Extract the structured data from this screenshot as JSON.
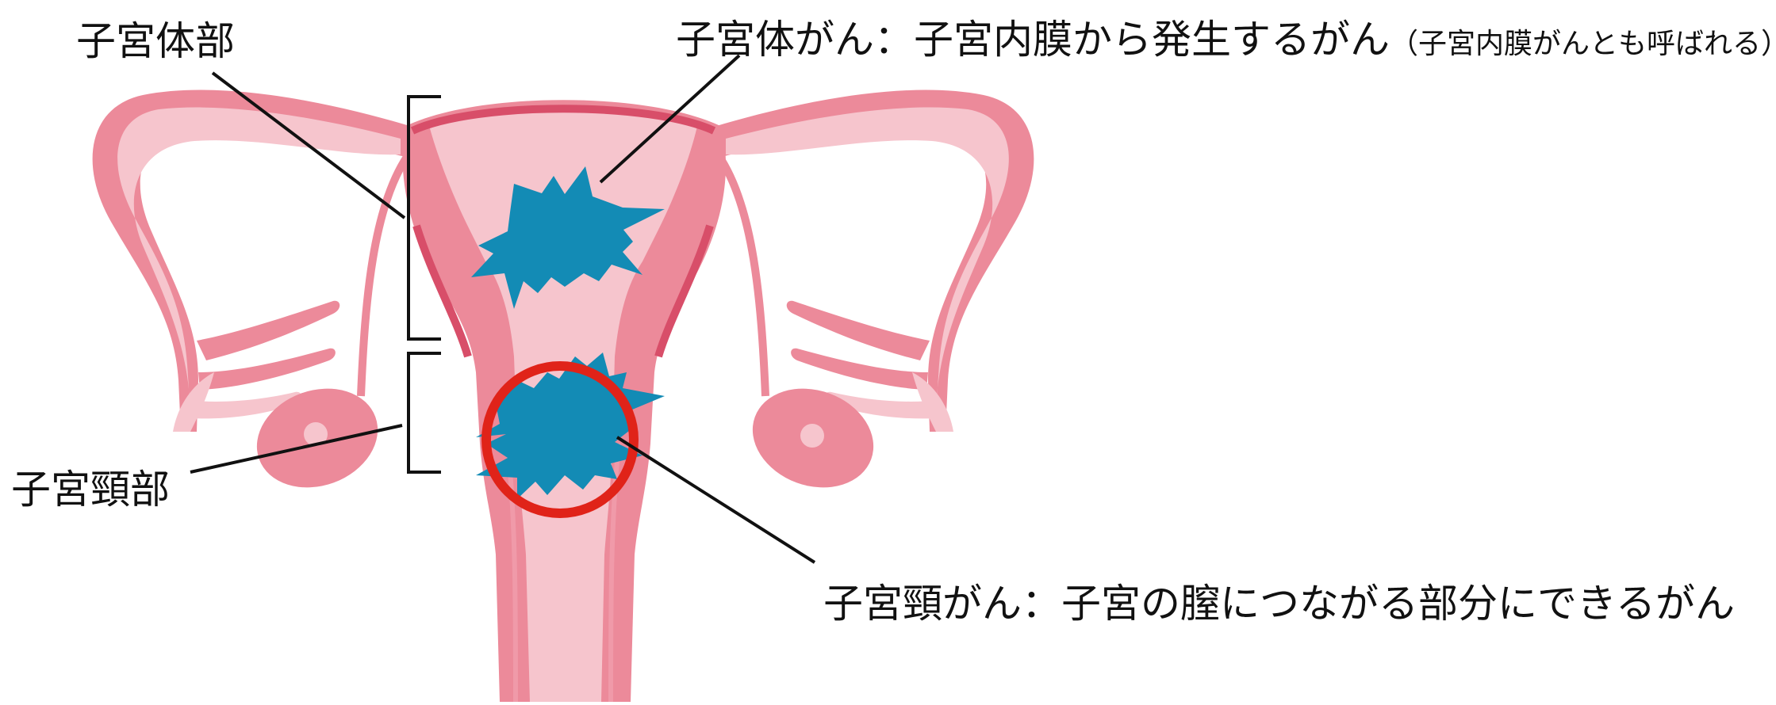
{
  "labels": {
    "uterine_body": "子宮体部",
    "cervix": "子宮頸部",
    "body_cancer": "子宮体がん：子宮内膜から発生するがん",
    "body_cancer_note": "（子宮内膜がんとも呼ばれる）",
    "cervical_cancer": "子宮頸がん：子宮の膣につながる部分にできるがん"
  },
  "colors": {
    "tissue_outer": "#ec8a9a",
    "tissue_inner": "#f6c5cd",
    "tissue_dark": "#d84e69",
    "tumor": "#138bb5",
    "highlight_ring": "#e02319",
    "leader_line": "#111111"
  }
}
